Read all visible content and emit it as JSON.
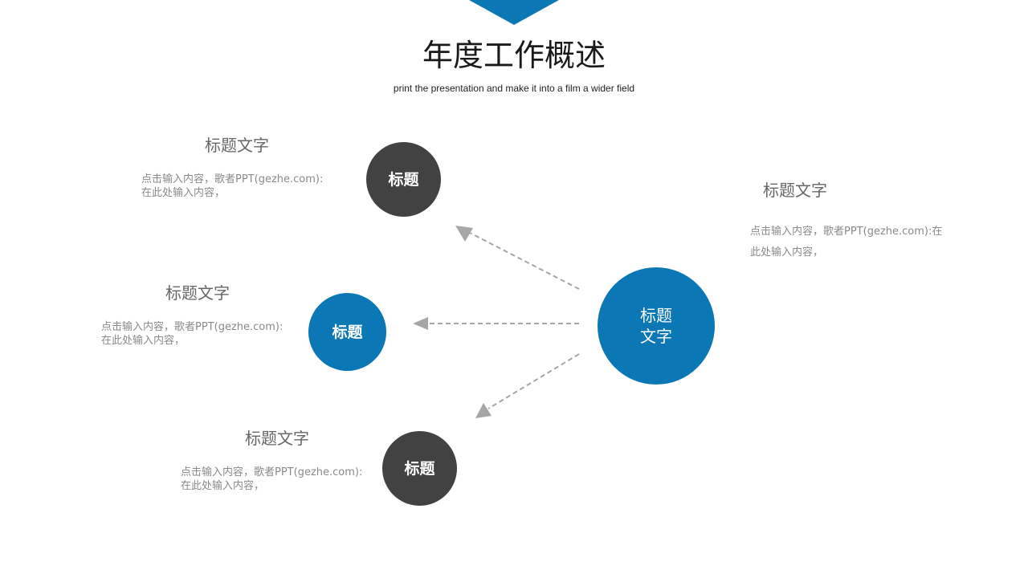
{
  "header": {
    "title": "年度工作概述",
    "subtitle": "print the presentation and make it into a film a wider field"
  },
  "colors": {
    "accent_blue": "#0b77b4",
    "node_dark": "#424242",
    "connector_gray": "#a6a6a6",
    "heading_gray": "#666666",
    "desc_gray": "#8a8a8a"
  },
  "hub": {
    "label_line1": "标题",
    "label_line2": "文字",
    "heading": "标题文字",
    "desc_line1": "点击输入内容，歌者PPT(gezhe.com):在",
    "desc_line2": "此处输入内容，"
  },
  "nodes": [
    {
      "label": "标题",
      "heading": "标题文字",
      "desc_line1": "点击输入内容，歌者PPT(gezhe.com):",
      "desc_line2": "在此处输入内容，"
    },
    {
      "label": "标题",
      "heading": "标题文字",
      "desc_line1": "点击输入内容，歌者PPT(gezhe.com):",
      "desc_line2": "在此处输入内容，"
    },
    {
      "label": "标题",
      "heading": "标题文字",
      "desc_line1": "点击输入内容，歌者PPT(gezhe.com):",
      "desc_line2": "在此处输入内容，"
    }
  ]
}
